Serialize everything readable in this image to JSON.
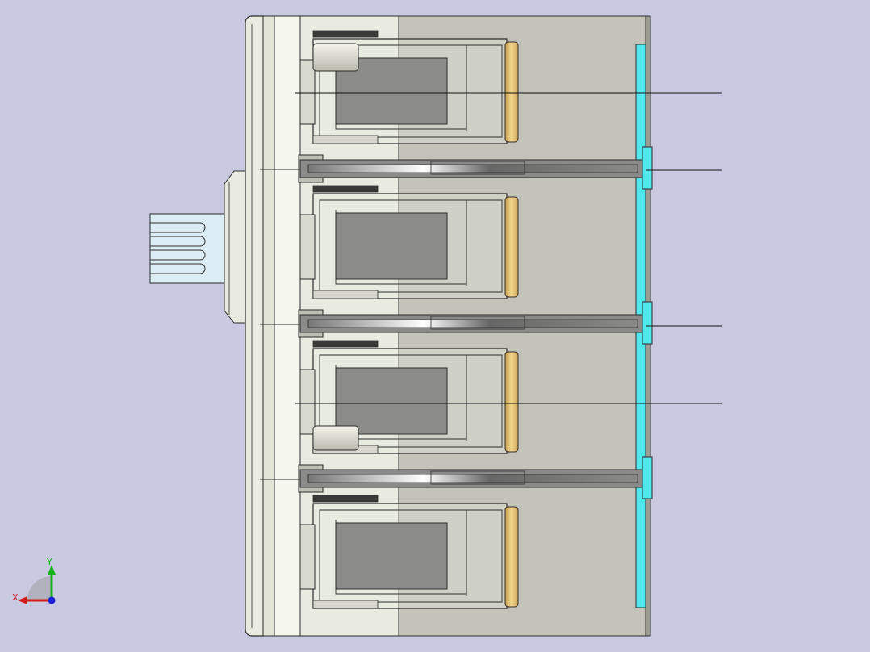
{
  "colors": {
    "background": "#c9c9e2",
    "housing_light": "#e9ebe0",
    "housing_shade": "#c4c3b9",
    "edge": "#2b2b2b",
    "window": "#8c8c88",
    "terminal_gold": "#f0cc78",
    "side_plate": "#4fe8ee",
    "barrier_rail": "#8a8a88",
    "handle": "#dcecf4"
  },
  "icons": {
    "triad": "coordinate-triad-icon"
  },
  "triad": {
    "x_label": "X",
    "y_label": "Y"
  },
  "model": {
    "poles": 4,
    "barriers": 3,
    "leader_lines": 4
  }
}
